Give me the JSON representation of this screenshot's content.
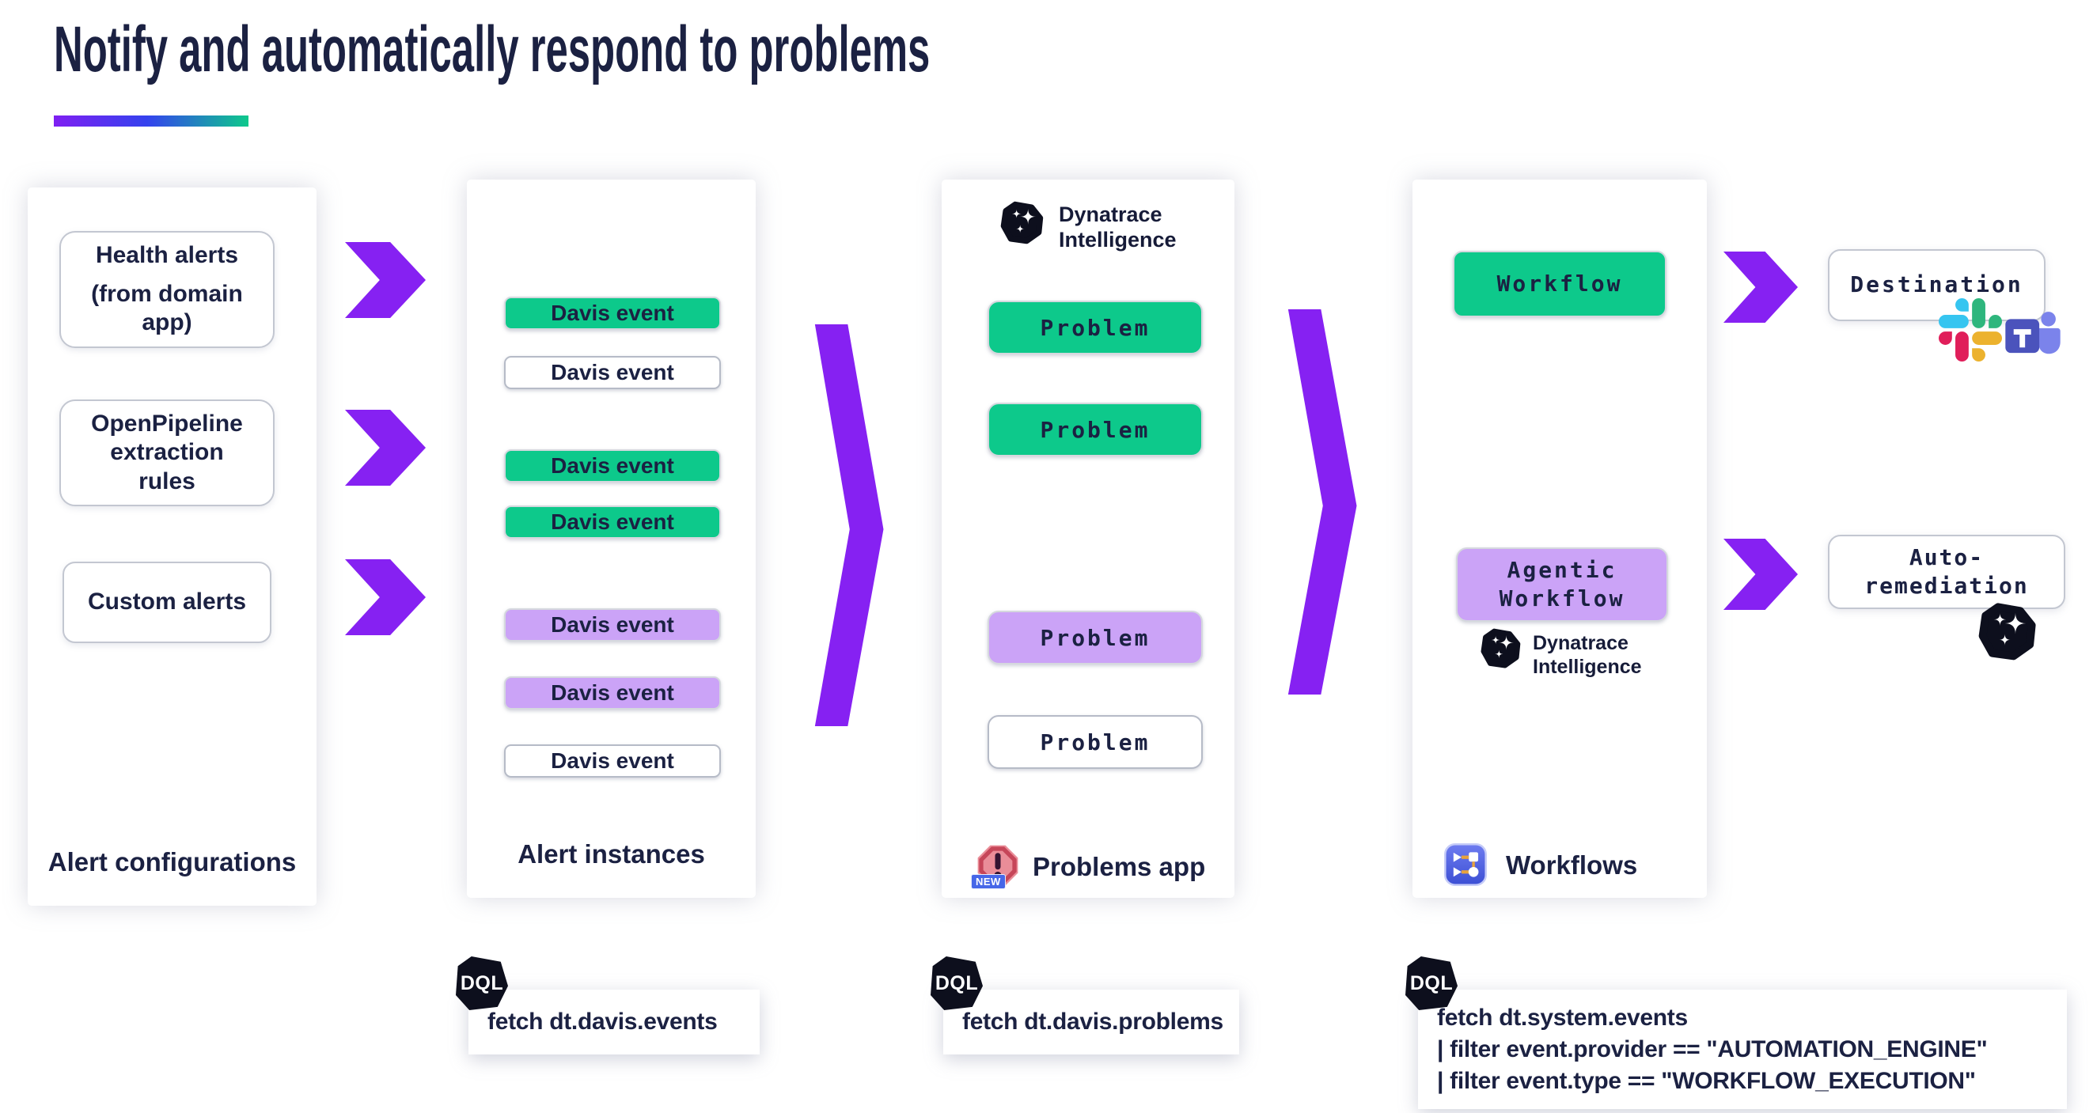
{
  "title": "Notify and automatically respond to problems",
  "colors": {
    "purple": "#8621F2",
    "green": "#0DC98B",
    "lavender": "#CBA3F7",
    "navy": "#1B2142"
  },
  "icons": [
    "dynatrace-intelligence-icon",
    "problems-app-icon",
    "workflows-app-icon",
    "slack-icon",
    "teams-icon",
    "dql-badge-icon",
    "chevron-arrow-icon"
  ],
  "panels": {
    "alert_configurations": {
      "label": "Alert configurations",
      "boxes": [
        {
          "line1": "Health alerts",
          "line2": "(from domain app)"
        },
        {
          "line1": "OpenPipeline extraction rules",
          "line2": ""
        },
        {
          "line1": "Custom alerts",
          "line2": ""
        }
      ]
    },
    "alert_instances": {
      "label": "Alert instances",
      "pills": [
        {
          "text": "Davis event",
          "variant": "green"
        },
        {
          "text": "Davis event",
          "variant": "white"
        },
        {
          "text": "Davis event",
          "variant": "green"
        },
        {
          "text": "Davis event",
          "variant": "green"
        },
        {
          "text": "Davis event",
          "variant": "lavender"
        },
        {
          "text": "Davis event",
          "variant": "lavender"
        },
        {
          "text": "Davis event",
          "variant": "white"
        }
      ]
    },
    "problems": {
      "header": {
        "line1": "Dynatrace",
        "line2": "Intelligence"
      },
      "pills": [
        {
          "text": "Problem",
          "variant": "green"
        },
        {
          "text": "Problem",
          "variant": "green"
        },
        {
          "text": "Problem",
          "variant": "lavender"
        },
        {
          "text": "Problem",
          "variant": "white"
        }
      ],
      "footer": {
        "label": "Problems app",
        "badge": "NEW"
      }
    },
    "workflows": {
      "pills": [
        {
          "lines": [
            "Workflow",
            ""
          ],
          "variant": "green"
        },
        {
          "lines": [
            "Agentic",
            "Workflow"
          ],
          "variant": "lavender"
        }
      ],
      "intelligence": {
        "line1": "Dynatrace",
        "line2": "Intelligence"
      },
      "footer": {
        "label": "Workflows"
      }
    }
  },
  "outputs": {
    "destination": {
      "lines": [
        "Destination",
        ""
      ]
    },
    "auto_remediation": {
      "lines": [
        "Auto-",
        "remediation"
      ]
    }
  },
  "dql": {
    "badge": "DQL",
    "queries": [
      {
        "lines": [
          "fetch dt.davis.events"
        ]
      },
      {
        "lines": [
          "fetch dt.davis.problems"
        ]
      },
      {
        "lines": [
          "fetch dt.system.events",
          "| filter event.provider == \"AUTOMATION_ENGINE\"",
          "| filter event.type == \"WORKFLOW_EXECUTION\""
        ]
      }
    ]
  }
}
